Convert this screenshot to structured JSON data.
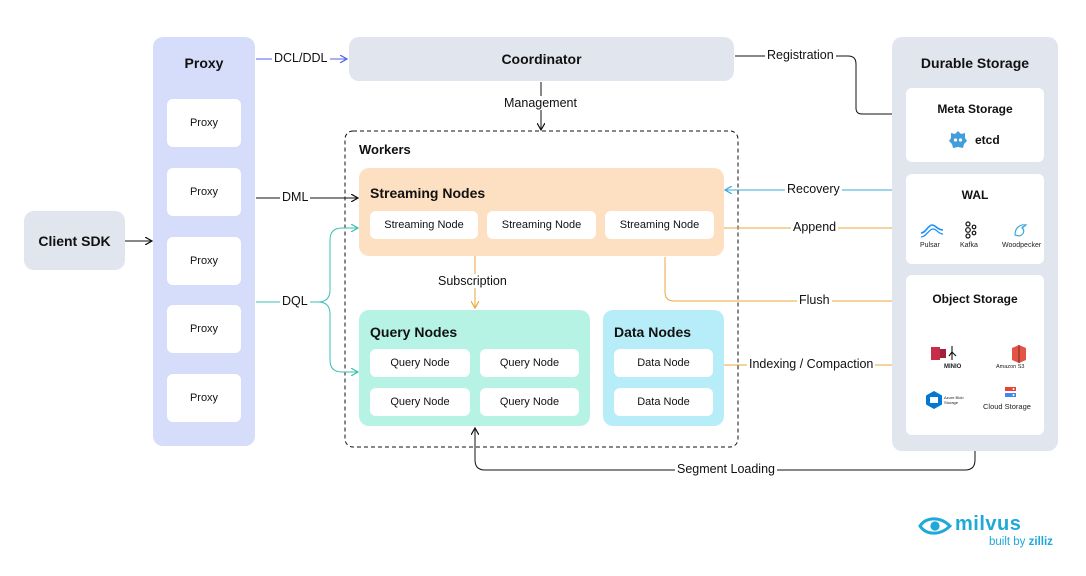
{
  "client_sdk": "Client SDK",
  "proxy": {
    "title": "Proxy",
    "items": [
      "Proxy",
      "Proxy",
      "Proxy",
      "Proxy",
      "Proxy"
    ]
  },
  "coordinator": "Coordinator",
  "workers": "Workers",
  "streaming": {
    "title": "Streaming Nodes",
    "nodes": [
      "Streaming Node",
      "Streaming Node",
      "Streaming Node"
    ]
  },
  "query": {
    "title": "Query Nodes",
    "nodes": [
      "Query Node",
      "Query Node",
      "Query Node",
      "Query Node"
    ]
  },
  "data_nodes": {
    "title": "Data Nodes",
    "nodes": [
      "Data Node",
      "Data Node"
    ]
  },
  "storage": {
    "title": "Durable Storage",
    "meta": {
      "title": "Meta Storage",
      "etcd": "etcd"
    },
    "wal": {
      "title": "WAL",
      "pulsar": "Pulsar",
      "kafka": "Kafka",
      "woodpecker": "Woodpecker"
    },
    "object": {
      "title": "Object Storage",
      "minio": "MINIO",
      "s3": "Amazon S3",
      "azure": "Azure Blob Storage",
      "cloud": "Cloud Storage"
    }
  },
  "edges": {
    "dcl_ddl": "DCL/DDL",
    "registration": "Registration",
    "management": "Management",
    "dml": "DML",
    "dql": "DQL",
    "recovery": "Recovery",
    "append": "Append",
    "subscription": "Subscription",
    "flush": "Flush",
    "indexing": "Indexing / Compaction",
    "segment_loading": "Segment Loading"
  },
  "logo": {
    "name": "milvus",
    "tagline": "built by",
    "brand": "zilliz"
  },
  "colors": {
    "proxy_panel": "#D5DDFB",
    "gray_panel": "#E1E6EE",
    "streaming": "#FDE0C2",
    "query": "#B6F3E4",
    "data": "#B6EDF8",
    "orange_line": "#E8A93A",
    "blue_line": "#3AA8D8",
    "teal_line": "#3BBFB3",
    "purple_line": "#5560E8",
    "logo_blue": "#1FA8D9"
  }
}
